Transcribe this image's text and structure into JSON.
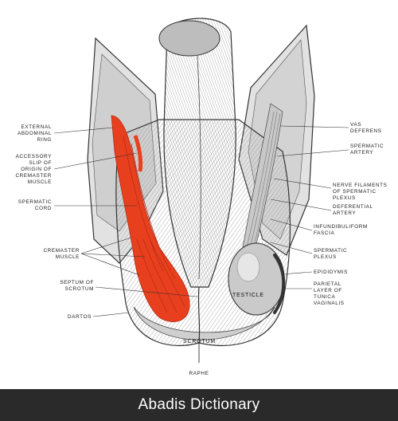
{
  "labels_left": [
    {
      "key": "ext_ring",
      "lines": [
        "EXTERNAL",
        "ABDOMINAL",
        "RING"
      ]
    },
    {
      "key": "accessory",
      "lines": [
        "ACCESSORY",
        "SLIP OF",
        "ORIGIN OF",
        "CREMASTER",
        "MUSCLE"
      ]
    },
    {
      "key": "cord",
      "lines": [
        "SPERMATIC",
        "CORD"
      ]
    },
    {
      "key": "cremaster",
      "lines": [
        "CREMASTER",
        "MUSCLE"
      ]
    },
    {
      "key": "septum",
      "lines": [
        "SEPTUM OF",
        "SCROTUM"
      ]
    },
    {
      "key": "dartos",
      "lines": [
        "DARTOS"
      ]
    }
  ],
  "labels_right": [
    {
      "key": "vas",
      "lines": [
        "VAS",
        "DEFERENS"
      ]
    },
    {
      "key": "sp_artery",
      "lines": [
        "SPERMATIC",
        "ARTERY"
      ]
    },
    {
      "key": "nerve",
      "lines": [
        "NERVE FILAMENTS",
        "OF SPERMATIC",
        "PLEXUS"
      ]
    },
    {
      "key": "def_artery",
      "lines": [
        "DEFERENTIAL",
        "ARTERY"
      ]
    },
    {
      "key": "infund",
      "lines": [
        "INFUNDIBULIFORM",
        "FASCIA"
      ]
    },
    {
      "key": "sp_plexus",
      "lines": [
        "SPERMATIC",
        "PLEXUS"
      ]
    },
    {
      "key": "epid",
      "lines": [
        "EPIDIDYMIS"
      ]
    },
    {
      "key": "parietal",
      "lines": [
        "PARIETAL",
        "LAYER OF",
        "TUNICA",
        "VAGINALIS"
      ]
    }
  ],
  "labels_inline": {
    "testicle": "TESTICLE",
    "scrotum": "SCROTUM"
  },
  "labels_bottom": {
    "raphe": "RAPHE"
  },
  "footer": {
    "watermark": "Abadis Dictionary"
  },
  "colors": {
    "muscle": "#e8401e",
    "ink": "#333333",
    "tissue": "#b9b9b9",
    "footer_bg": "#2a2a2a"
  }
}
